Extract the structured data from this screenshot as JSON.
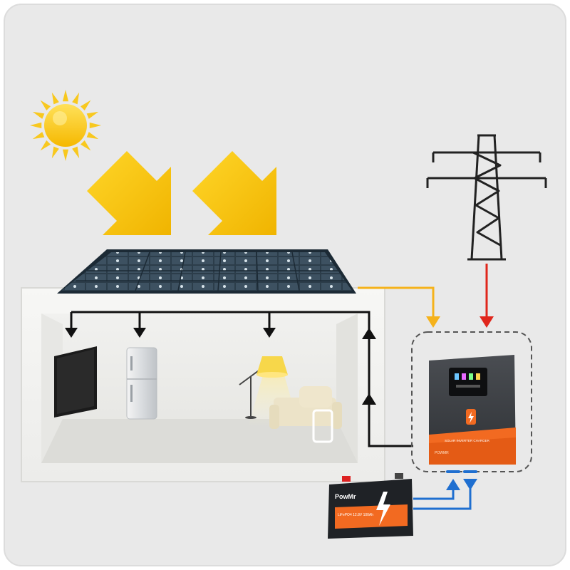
{
  "diagram": {
    "components": {
      "sun": {
        "icon": "sun-icon"
      },
      "sunlight_arrows": {
        "icon": "sunlight-arrow-icon",
        "count": 2
      },
      "solar_panel": {
        "icon": "solar-panel-icon"
      },
      "grid": {
        "icon": "power-tower-icon"
      },
      "house": {
        "icon": "house-cutaway"
      },
      "appliances": [
        {
          "id": "tv",
          "icon": "tv-icon"
        },
        {
          "id": "refrigerator",
          "icon": "refrigerator-icon"
        },
        {
          "id": "floor_lamp",
          "icon": "floor-lamp-icon"
        },
        {
          "id": "sofa",
          "icon": "sofa-icon"
        }
      ],
      "inverter": {
        "icon": "inverter-icon",
        "model_text": "SOLAR INVERTER CHARGER",
        "brand_text": "POWMR"
      },
      "battery": {
        "icon": "battery-icon",
        "brand_text": "PowMr",
        "spec_text": "LiFePO4 12.8V 100Ah"
      }
    },
    "connections": [
      {
        "from": "solar_panel",
        "to": "inverter",
        "color": "#f5b21b"
      },
      {
        "from": "grid",
        "to": "inverter",
        "color": "#e0261c"
      },
      {
        "from": "inverter",
        "to": "appliances",
        "color": "#111111"
      },
      {
        "from": "battery",
        "to": "inverter",
        "color": "#1f6fd0",
        "bidirectional": true
      }
    ],
    "colors": {
      "background": "#e9e9e9",
      "sun": "#f8c81e",
      "arrow": "#f3c51c",
      "pv_line": "#f5b21b",
      "grid_line": "#e0261c",
      "ac_line": "#111111",
      "dc_line": "#1f6fd0",
      "inverter_accent": "#f26a21"
    }
  }
}
